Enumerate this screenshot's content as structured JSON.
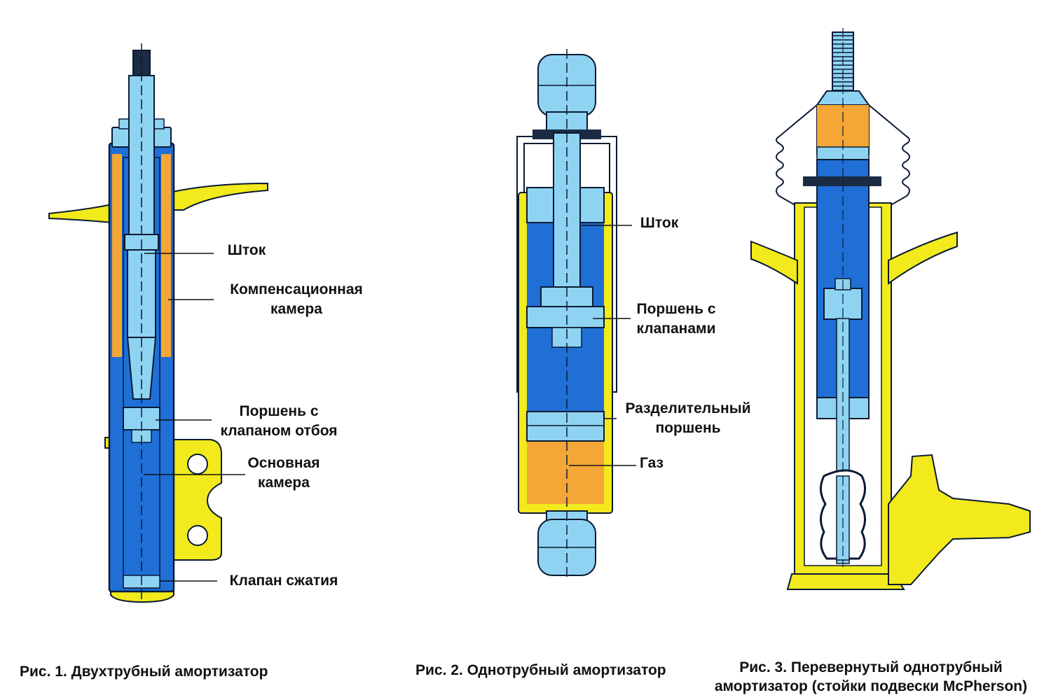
{
  "colors": {
    "oil": "#1f6fd6",
    "metal_light": "#8fd3f2",
    "gas": "#f4a636",
    "bracket": "#f2ea1c",
    "outline": "#0a1a33"
  },
  "figure1": {
    "labels": {
      "rod": "Шток",
      "comp_chamber_l1": "Компенсационная",
      "comp_chamber_l2": "камера",
      "piston_l1": "Поршень с",
      "piston_l2": "клапаном отбоя",
      "main_chamber_l1": "Основная",
      "main_chamber_l2": "камера",
      "comp_valve": "Клапан сжатия"
    },
    "caption": "Рис. 1. Двухтрубный амортизатор"
  },
  "figure2": {
    "labels": {
      "rod": "Шток",
      "piston_l1": "Поршень с",
      "piston_l2": "клапанами",
      "sep_piston_l1": "Разделительный",
      "sep_piston_l2": "поршень",
      "gas": "Газ"
    },
    "caption": "Рис. 2. Однотрубный амортизатор"
  },
  "figure3": {
    "caption_l1": "Рис. 3. Перевернутый однотрубный",
    "caption_l2": "амортизатор (стойки подвески McPherson)"
  }
}
